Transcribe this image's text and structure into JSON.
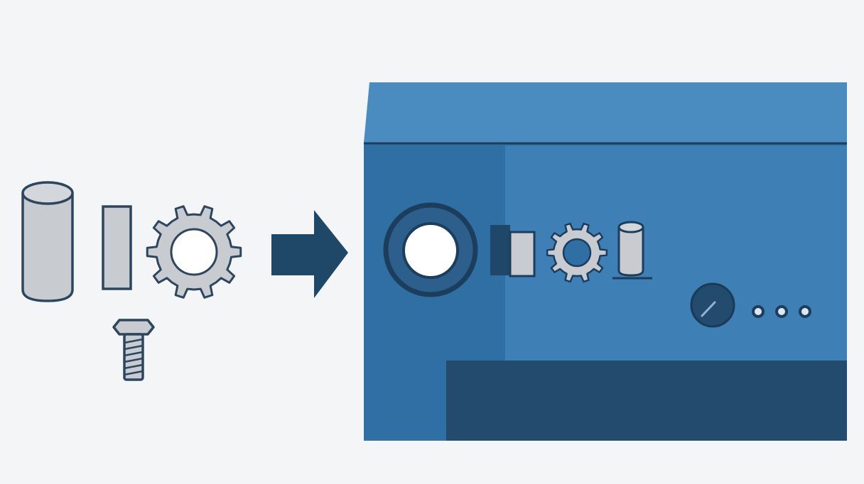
{
  "colors": {
    "background": "#f4f5f6",
    "part_fill": "#c8cbd0",
    "part_stroke": "#2d4660",
    "arrow": "#1f4868",
    "machine_top": "#4a8cc0",
    "machine_front": "#2f6fa3",
    "machine_front_right": "#3e80b6",
    "machine_bottom_panel": "#234b6e",
    "dark_outline": "#1c3d5c",
    "hole_white": "#ffffff"
  },
  "loose_parts": [
    {
      "id": "cylinder",
      "icon": "cylinder-part-icon"
    },
    {
      "id": "block",
      "icon": "rectangular-block-icon"
    },
    {
      "id": "gear",
      "icon": "gear-icon"
    },
    {
      "id": "bolt",
      "icon": "bolt-icon"
    }
  ],
  "flow_arrow": {
    "icon": "right-arrow-icon"
  },
  "machine": {
    "icon": "assembly-machine-icon",
    "inlet_icon": "ring-inlet-icon",
    "parts_inside": [
      "rectangular-block-icon",
      "gear-icon",
      "cylinder-part-icon"
    ],
    "control_knob_icon": "dial-knob-icon",
    "indicator_dot_count": 3
  }
}
